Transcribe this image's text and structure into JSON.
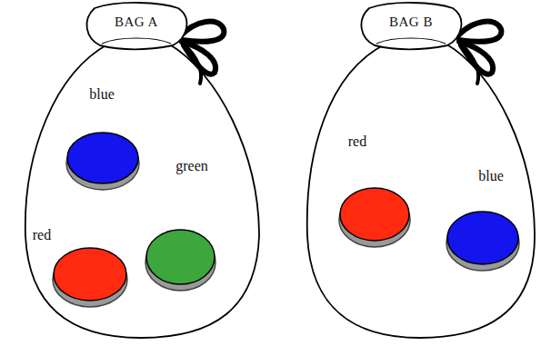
{
  "diagram": {
    "nodes": [
      {
        "text": [
          "BAG A"
        ]
      },
      {
        "text": [
          "blue"
        ],
        "in": 0
      },
      {
        "text": [
          "green"
        ],
        "in": 0
      },
      {
        "text": [
          "red"
        ],
        "in": 0
      },
      {
        "text": [
          "BAG B"
        ]
      },
      {
        "text": [
          "red"
        ],
        "in": 4
      },
      {
        "text": [
          "blue"
        ],
        "in": 4
      }
    ]
  }
}
